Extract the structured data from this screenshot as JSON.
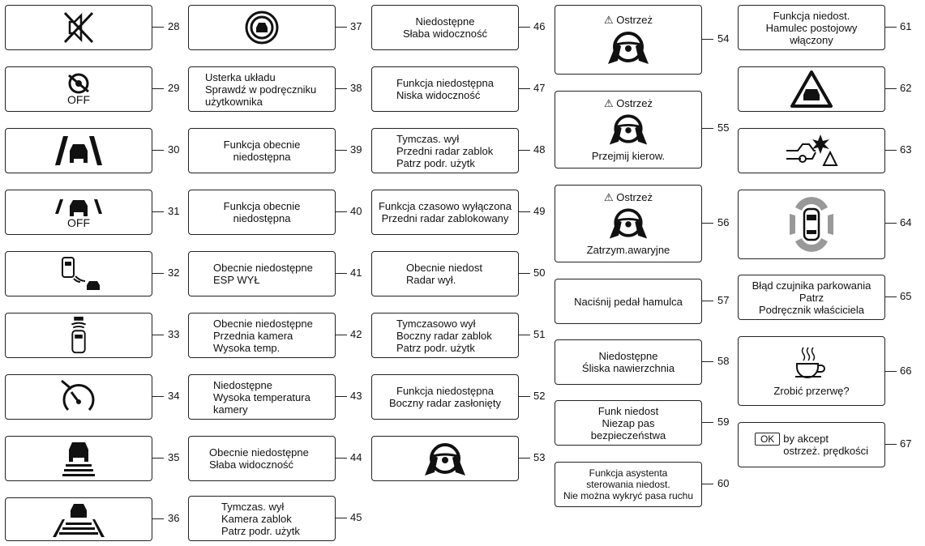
{
  "items": [
    {
      "n": "28",
      "icon": "speaker-muted-icon"
    },
    {
      "n": "29",
      "icon": "steering-assist-off-icon",
      "label": "OFF"
    },
    {
      "n": "30",
      "icon": "lane-keep-car-icon"
    },
    {
      "n": "31",
      "icon": "lane-assist-off-icon",
      "label": "OFF"
    },
    {
      "n": "32",
      "icon": "blind-spot-warning-icon"
    },
    {
      "n": "33",
      "icon": "front-sensor-car-icon"
    },
    {
      "n": "34",
      "icon": "speed-limiter-icon"
    },
    {
      "n": "35",
      "icon": "car-road-forward-icon"
    },
    {
      "n": "36",
      "icon": "car-road-wide-icon"
    },
    {
      "n": "37",
      "icon": "front-radar-car-icon"
    },
    {
      "n": "38",
      "lines": [
        "Usterka układu",
        "Sprawdź w podręczniku",
        "użytkownika"
      ]
    },
    {
      "n": "39",
      "lines": [
        "Funkcja obecnie",
        "niedostępna"
      ]
    },
    {
      "n": "40",
      "lines": [
        "Funkcja obecnie",
        "niedostępna"
      ]
    },
    {
      "n": "41",
      "lines": [
        "Obecnie niedostępne",
        "ESP WYŁ"
      ]
    },
    {
      "n": "42",
      "lines": [
        "Obecnie niedostępne",
        "Przednia kamera",
        "Wysoka temp."
      ]
    },
    {
      "n": "43",
      "lines": [
        "Niedostępne",
        "Wysoka temperatura",
        "kamery"
      ]
    },
    {
      "n": "44",
      "lines": [
        "Obecnie niedostępne",
        "Słaba widoczność"
      ]
    },
    {
      "n": "45",
      "lines": [
        "Tymczas. wył",
        "Kamera zablok",
        "Patrz podr. użytk"
      ]
    },
    {
      "n": "46",
      "lines": [
        "Niedostępne",
        "Słaba widoczność"
      ]
    },
    {
      "n": "47",
      "lines": [
        "Funkcja niedostępna",
        "Niska widoczność"
      ]
    },
    {
      "n": "48",
      "lines": [
        "Tymczas. wył",
        "Przedni radar zablok",
        "Patrz podr. użytk"
      ]
    },
    {
      "n": "49",
      "lines": [
        "Funkcja czasowo wyłączona",
        "Przedni radar zablokowany"
      ]
    },
    {
      "n": "50",
      "lines": [
        "Obecnie niedost",
        "Radar wył."
      ]
    },
    {
      "n": "51",
      "lines": [
        "Tymczasowo wył",
        "Boczny radar zablok",
        "Patrz podr. użytk"
      ]
    },
    {
      "n": "52",
      "lines": [
        "Funkcja niedostępna",
        "Boczny radar zasłonięty"
      ]
    },
    {
      "n": "53",
      "icon": "hands-on-wheel-icon"
    },
    {
      "n": "54",
      "warn": "⚠ Ostrzeż",
      "icon": "hands-on-wheel-icon"
    },
    {
      "n": "55",
      "warn": "⚠ Ostrzeż",
      "icon": "hands-on-wheel-icon",
      "label": "Przejmij kierow."
    },
    {
      "n": "56",
      "warn": "⚠ Ostrzeż",
      "icon": "hands-on-wheel-icon",
      "label": "Zatrzym.awaryjne"
    },
    {
      "n": "57",
      "lines": [
        "Naciśnij pedał hamulca"
      ]
    },
    {
      "n": "58",
      "lines": [
        "Niedostępne",
        "Śliska nawierzchnia"
      ]
    },
    {
      "n": "59",
      "lines": [
        "Funk niedost",
        "Niezap pas",
        "bezpieczeństwa"
      ]
    },
    {
      "n": "60",
      "lines": [
        "Funkcja asystenta",
        "sterowania niedost.",
        "Nie można wykryć pasa ruchu"
      ]
    },
    {
      "n": "61",
      "lines": [
        "Funkcja niedost.",
        "Hamulec postojowy",
        "włączony"
      ]
    },
    {
      "n": "62",
      "icon": "car-warning-triangle-icon"
    },
    {
      "n": "63",
      "icon": "collision-warning-icon"
    },
    {
      "n": "64",
      "icon": "parking-sensors-icon"
    },
    {
      "n": "65",
      "lines": [
        "Błąd czujnika parkowania",
        "Patrz",
        "Podręcznik właściciela"
      ]
    },
    {
      "n": "66",
      "icon": "coffee-cup-icon",
      "label": "Zrobić przerwę?"
    },
    {
      "n": "67",
      "ok": "OK",
      "lines": [
        "by akcept",
        "ostrzeż. prędkości"
      ]
    }
  ]
}
